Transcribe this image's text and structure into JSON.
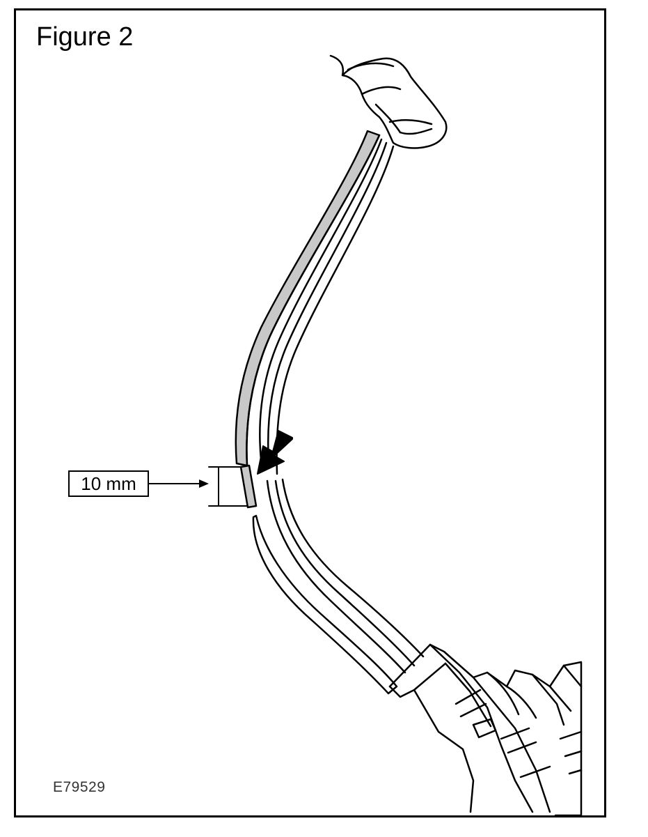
{
  "figure": {
    "title": "Figure 2",
    "reference_code": "E79529"
  },
  "dimension": {
    "label": "10 mm"
  },
  "colors": {
    "line": "#000000",
    "highlight_wire": "#c8c8c8",
    "background": "#ffffff"
  },
  "icons": {
    "direction_arrow": "arrow-down-left-icon",
    "dimension_arrow": "arrow-right-icon"
  }
}
